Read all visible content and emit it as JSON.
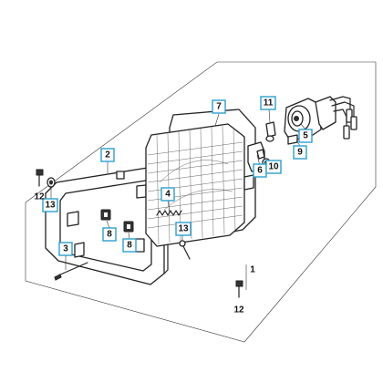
{
  "callouts": {
    "c2": "2",
    "c7": "7",
    "c11": "11",
    "c5": "5",
    "c9": "9",
    "c4": "4",
    "c6": "6",
    "c10": "10",
    "c13a": "13",
    "c13b": "13",
    "c8a": "8",
    "c8b": "8",
    "c3": "3"
  },
  "labels": {
    "screw_left": "12",
    "screw_bottom": "12",
    "assembly": "1"
  },
  "colors": {
    "callout_border": "#2a9fd0",
    "line": "#222222"
  }
}
